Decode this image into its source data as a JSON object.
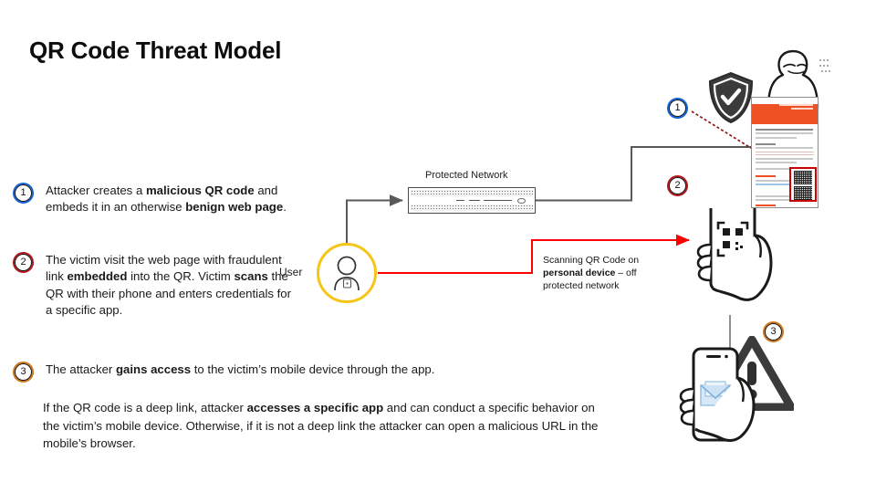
{
  "page": {
    "title": "QR Code Threat Model",
    "background": "#ffffff"
  },
  "colors": {
    "step1": "#1565d8",
    "step2": "#b3161b",
    "step3": "#d2781a",
    "user_ring": "#f5c518",
    "attack_path": "#ff0000",
    "network_path": "#595959",
    "webpage_header": "#ef5125",
    "qr_highlight": "#cc0000"
  },
  "steps": [
    {
      "number": "1",
      "color": "#1565d8",
      "text_parts": [
        {
          "text": "Attacker creates a ",
          "bold": false
        },
        {
          "text": "malicious QR code",
          "bold": true
        },
        {
          "text": " and embeds it in an otherwise ",
          "bold": false
        },
        {
          "text": "benign web page",
          "bold": true
        },
        {
          "text": ".",
          "bold": false
        }
      ]
    },
    {
      "number": "2",
      "color": "#b3161b",
      "text_parts": [
        {
          "text": "The victim visit the web page with fraudulent link ",
          "bold": false
        },
        {
          "text": "embedded",
          "bold": true
        },
        {
          "text": " into the QR. Victim ",
          "bold": false
        },
        {
          "text": "scans",
          "bold": true
        },
        {
          "text": " the QR with their phone and enters credentials for a specific app.",
          "bold": false
        }
      ]
    },
    {
      "number": "3",
      "color": "#d2781a",
      "text_parts": [
        {
          "text": "The attacker ",
          "bold": false
        },
        {
          "text": "gains access",
          "bold": true
        },
        {
          "text": " to the victim’s mobile device through the app.",
          "bold": false
        }
      ]
    }
  ],
  "paragraph": {
    "text_parts": [
      {
        "text": "If the QR code is a deep link, attacker ",
        "bold": false
      },
      {
        "text": "accesses a specific app",
        "bold": true
      },
      {
        "text": " and can conduct a specific behavior on the victim’s mobile device. Otherwise, if it is not a deep link the attacker can open a malicious URL in the mobile’s browser.",
        "bold": false
      }
    ]
  },
  "diagram": {
    "user_label": "User",
    "network_label": "Protected Network",
    "scan_note_parts": [
      {
        "text": "Scanning QR Code on ",
        "bold": false
      },
      {
        "text": "personal device",
        "bold": true
      },
      {
        "text": " – off protected network",
        "bold": false
      }
    ],
    "markers": [
      {
        "number": "1",
        "color": "#1565d8"
      },
      {
        "number": "2",
        "color": "#b3161b"
      },
      {
        "number": "3",
        "color": "#d2781a"
      }
    ],
    "icons": [
      "shield-check-icon",
      "hacker-silhouette-icon",
      "webpage-with-qr-icon",
      "hand-phone-qr-scan-icon",
      "hand-phone-envelope-icon",
      "warning-triangle-icon",
      "network-appliance-icon",
      "user-avatar-icon"
    ]
  }
}
